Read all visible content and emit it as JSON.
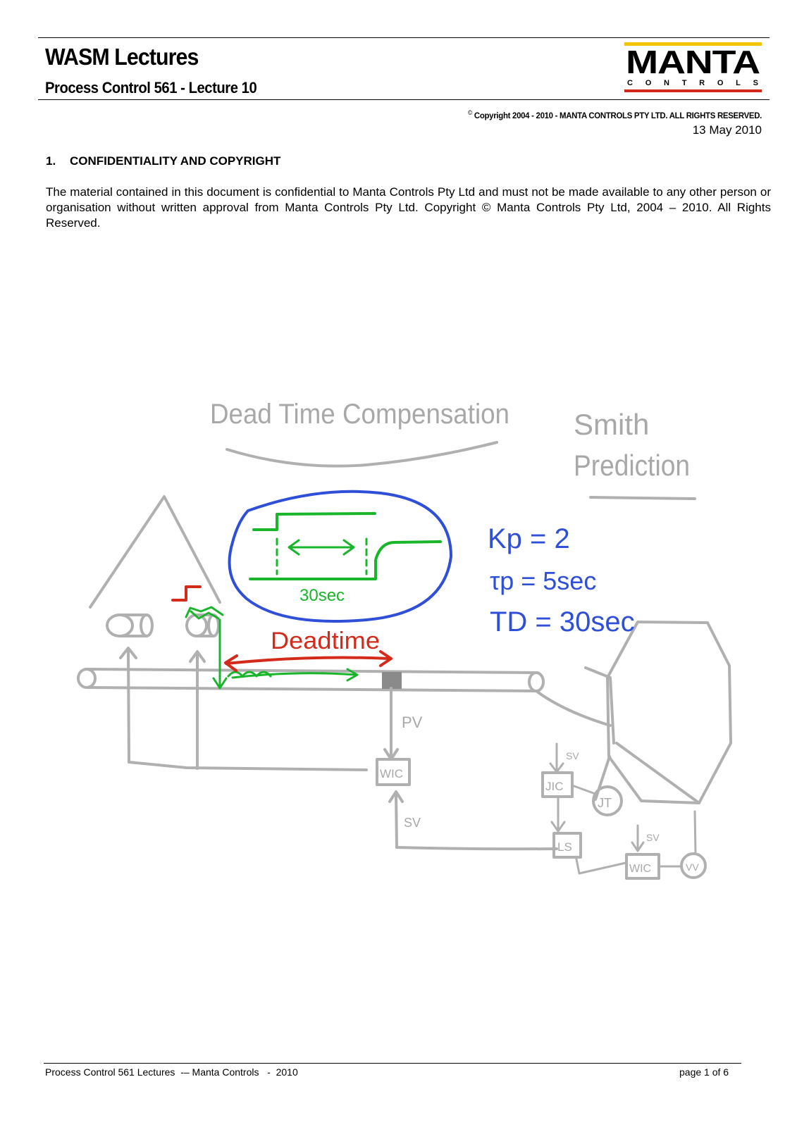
{
  "header": {
    "title": "WASM Lectures",
    "subtitle": "Process Control 561  - Lecture 10",
    "logo_text": "MANTA",
    "logo_subtext": "CONTROLS",
    "copyright_symbol": "©",
    "copyright": "Copyright 2004 - 2010 - MANTA CONTROLS PTY LTD.   ALL RIGHTS RESERVED.",
    "date": "13 May 2010"
  },
  "section": {
    "number": "1.",
    "heading": "CONFIDENTIALITY AND COPYRIGHT",
    "body": "The material contained in this document is confidential to Manta Controls Pty Ltd and must not be made available to any other person or organisation without written approval from Manta Controls Pty Ltd. Copyright © Manta Controls Pty Ltd, 2004 – 2010. All Rights Reserved."
  },
  "sketch": {
    "title": "Dead Time Compensation",
    "side_title_1": "Smith",
    "side_title_2": "Prediction",
    "kp": "Kp = 2",
    "tau": "τp = 5sec",
    "td": "TD = 30sec",
    "deadtime_label": "Deadtime",
    "step_label": "30sec",
    "pv_label": "PV",
    "sv_label": "SV",
    "wic_label": "WIC",
    "jic_label": "JIC",
    "jt_label": "JT",
    "ls_label": "LS",
    "wic2_label": "WIC",
    "sv2_label": "SV",
    "sv3_label": "SV",
    "vv_label": "VV",
    "colors": {
      "grey": "#b0b0b0",
      "blue": "#2f4fd8",
      "green": "#19b52a",
      "red": "#d32a1a",
      "logo_yellow": "#f5c400",
      "logo_red": "#d4271c"
    }
  },
  "footer": {
    "left": "Process Control 561 Lectures  -– Manta Controls   -  2010",
    "right": "page 1 of 6"
  }
}
